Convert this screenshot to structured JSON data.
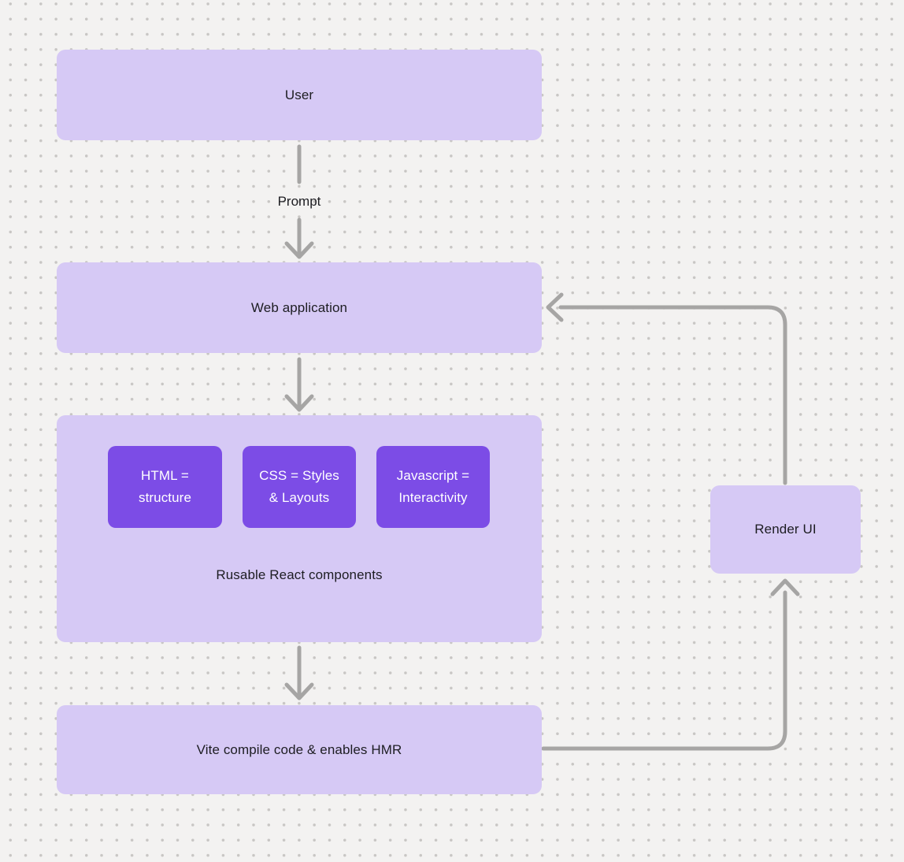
{
  "diagram": {
    "background": {
      "color": "#f3f2f1",
      "dot_color": "#c8c6c4"
    },
    "colors": {
      "node_fill": "#d6c9f5",
      "chip_fill": "#7c4ce6",
      "text_dark": "#1d1d22",
      "text_light": "#ffffff",
      "arrow": "#a6a5a4"
    },
    "nodes": {
      "user": {
        "label": "User"
      },
      "web_application": {
        "label": "Web application"
      },
      "components_group": {
        "label": "Rusable React components",
        "chips": [
          {
            "label": "HTML =\nstructure"
          },
          {
            "label": "CSS = Styles\n& Layouts"
          },
          {
            "label": "Javascript =\nInteractivity"
          }
        ]
      },
      "vite": {
        "label": "Vite compile code & enables HMR"
      },
      "render_ui": {
        "label": "Render UI"
      }
    },
    "edges": {
      "prompt_label": "Prompt"
    }
  }
}
